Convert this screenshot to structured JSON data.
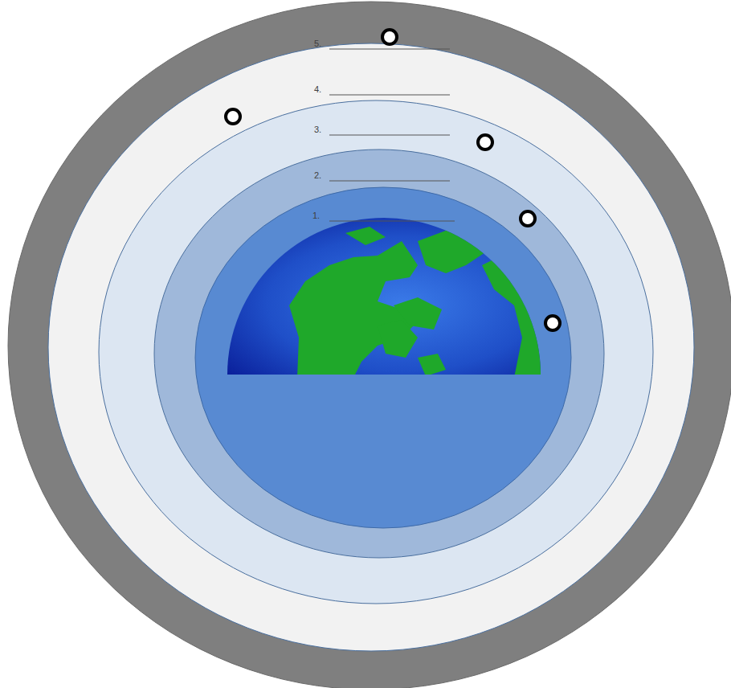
{
  "diagram": {
    "labels": [
      "5.",
      "4.",
      "3.",
      "2.",
      "1."
    ]
  }
}
